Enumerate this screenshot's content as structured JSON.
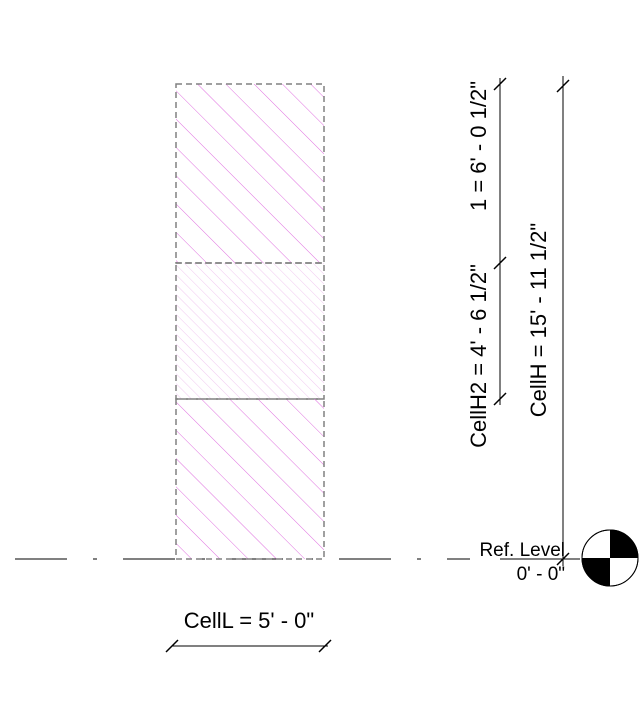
{
  "cells": [
    {
      "name": "top-cell",
      "pattern": "hatch-strong"
    },
    {
      "name": "middle-cell",
      "pattern": "hatch-light"
    },
    {
      "name": "bottom-cell",
      "pattern": "hatch-strong"
    }
  ],
  "dimensions": {
    "cell_length": "CellL = 5' - 0\"",
    "cell_height_2": "CellH2 = 4' - 6 1/2\"",
    "cell_height_1": "1 = 6' - 0 1/2\"",
    "cell_height": "CellH = 15' - 11 1/2\""
  },
  "level": {
    "name": "Ref. Level",
    "elevation": "0' - 0\""
  },
  "colors": {
    "hatch": "#e070e0",
    "hatch_light": "#f0c0f0",
    "cell_border": "#808080",
    "line": "#000000",
    "marker_fill": "#000000",
    "marker_bg": "#ffffff"
  }
}
